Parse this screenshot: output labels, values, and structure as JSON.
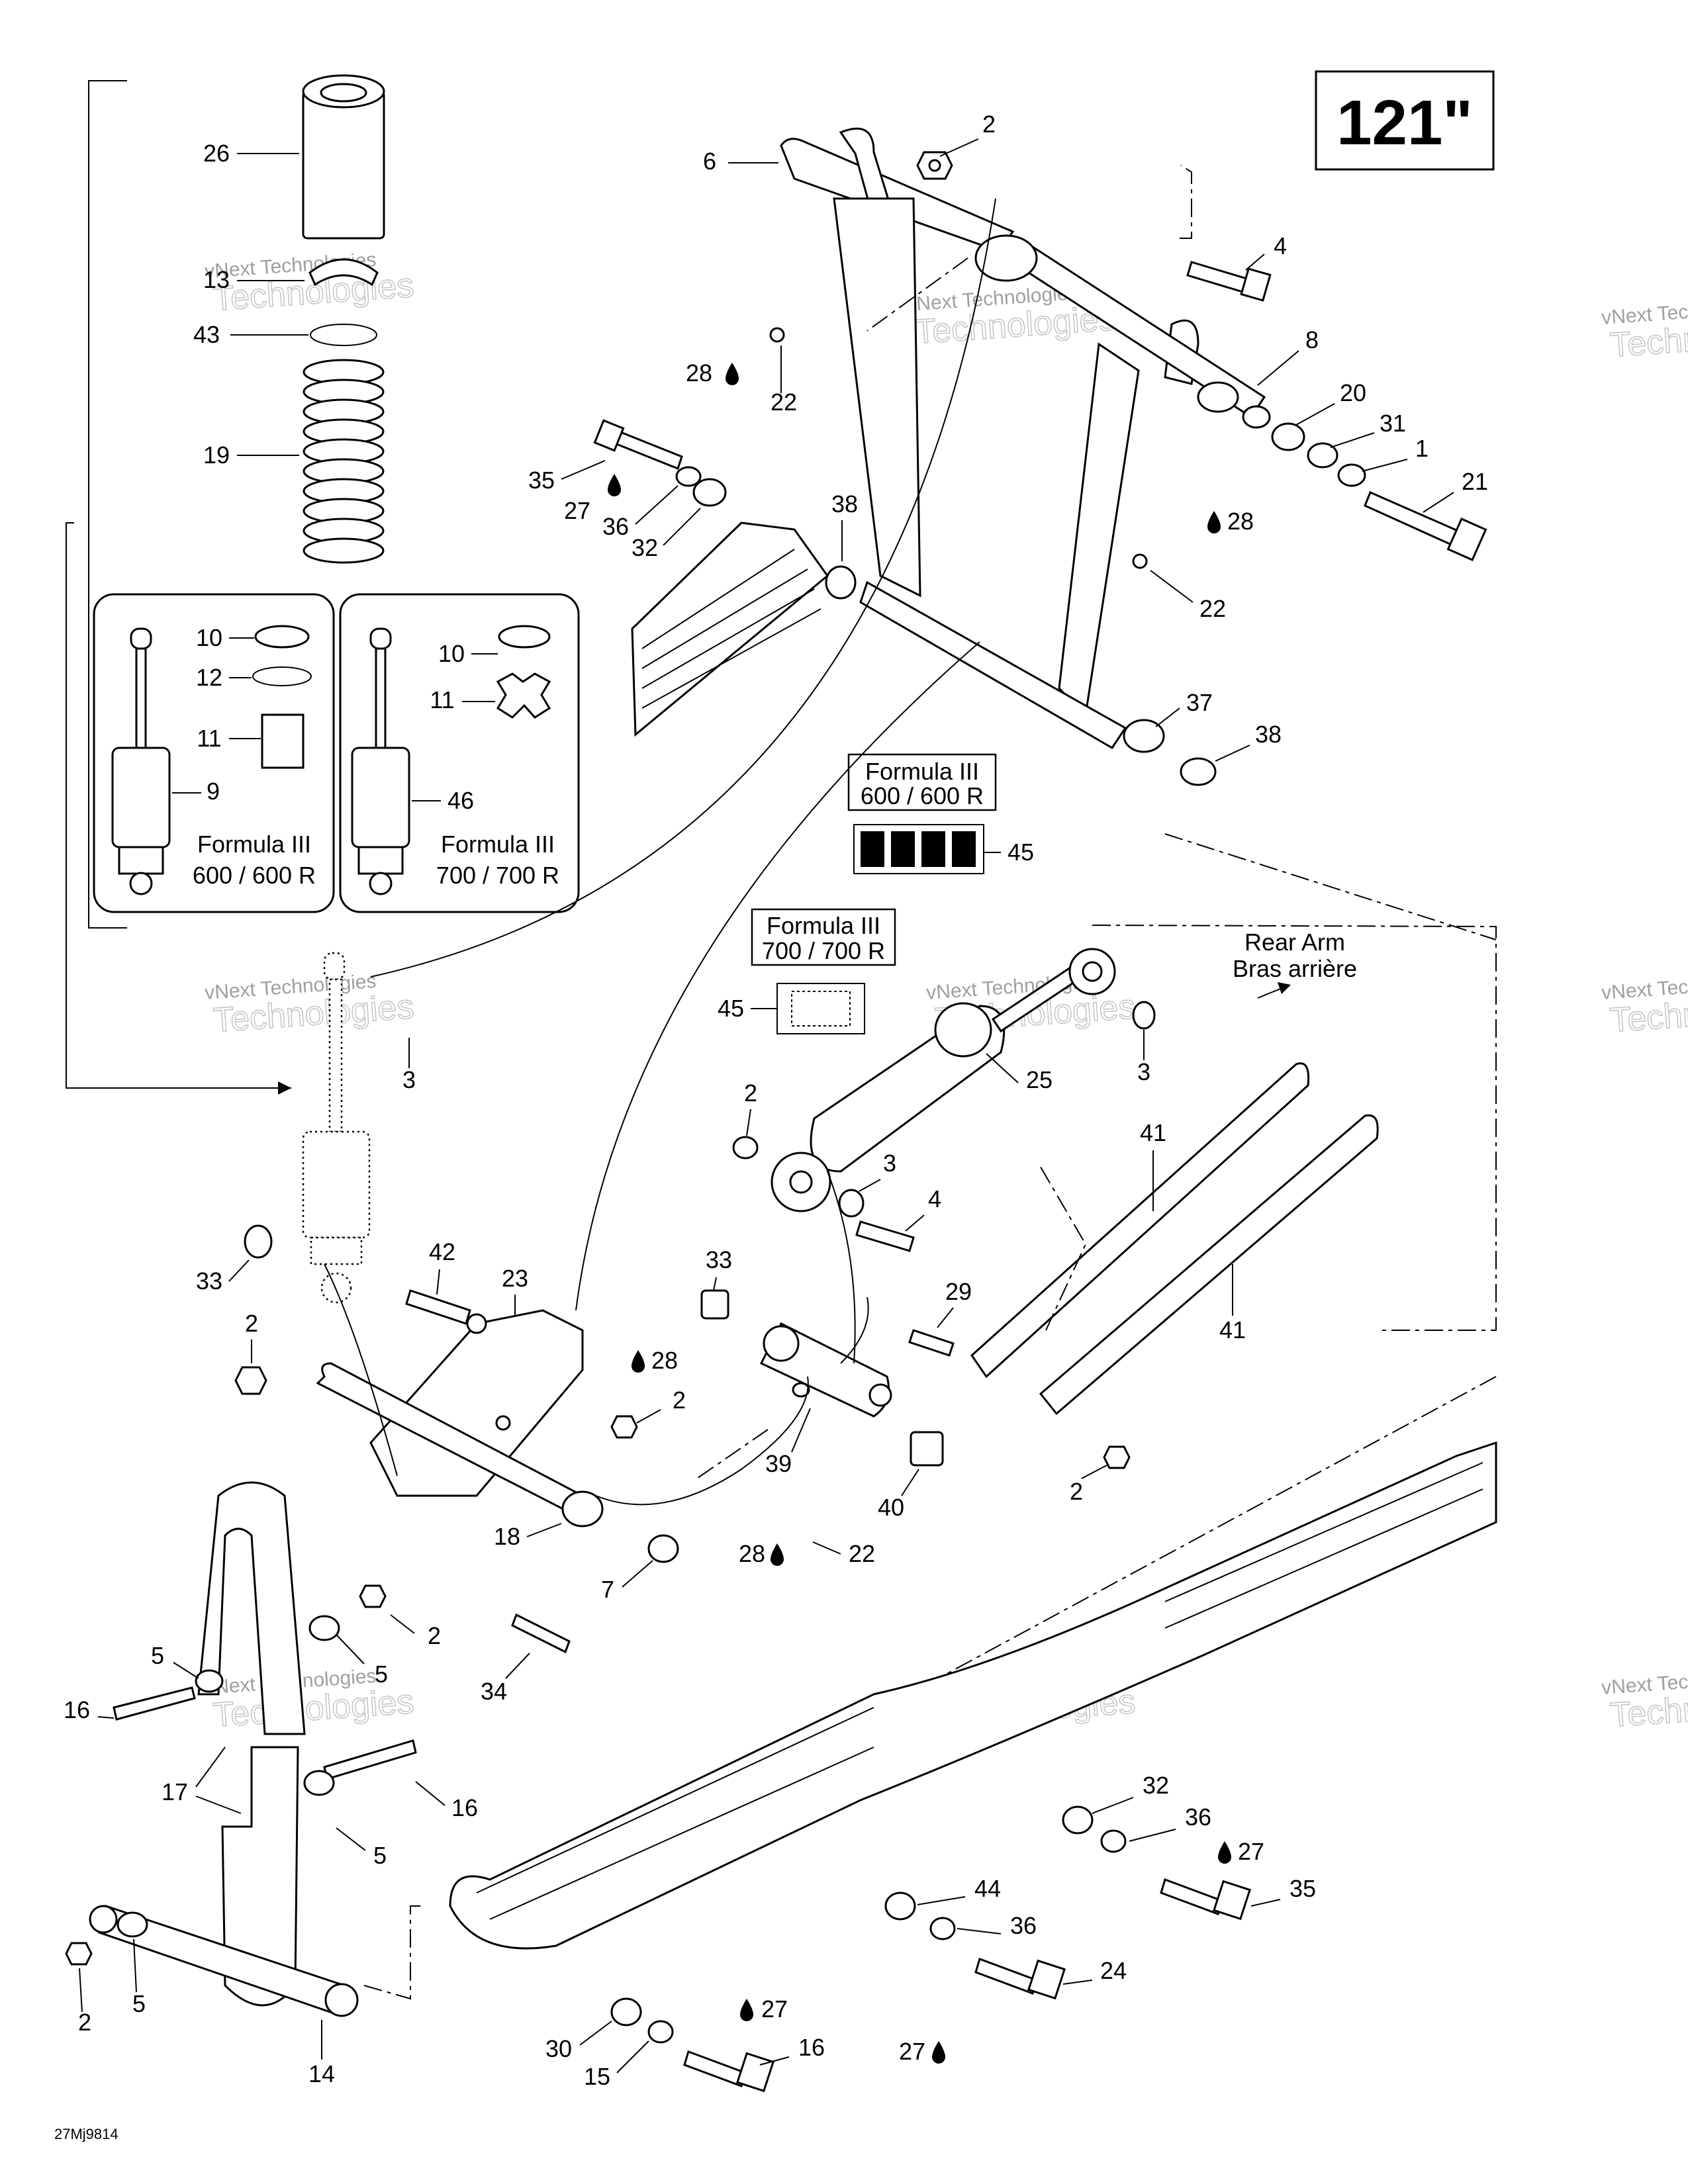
{
  "diagram": {
    "size_badge": "121\"",
    "reference_code": "27Mj9814",
    "watermark": {
      "line1": "vNext Technologies",
      "line2": "Technologies"
    },
    "panels": {
      "left_box": {
        "caption": [
          "Formula III",
          "600 / 600 R"
        ]
      },
      "right_box": {
        "caption": [
          "Formula III",
          "700 / 700 R"
        ]
      }
    },
    "decal_boxes": {
      "upper": {
        "caption": [
          "Formula III",
          "600 / 600 R"
        ]
      },
      "lower": {
        "caption": [
          "Formula III",
          "700 / 700 R"
        ]
      }
    },
    "rear_arm_note": [
      "Rear Arm",
      "Bras arrière"
    ],
    "callouts": [
      "26",
      "13",
      "43",
      "19",
      "10",
      "12",
      "11",
      "9",
      "10",
      "11",
      "46",
      "6",
      "2",
      "4",
      "8",
      "20",
      "31",
      "1",
      "21",
      "28",
      "22",
      "35",
      "27",
      "36",
      "32",
      "38",
      "28",
      "22",
      "37",
      "38",
      "45",
      "45",
      "3",
      "3",
      "25",
      "2",
      "3",
      "4",
      "41",
      "41",
      "29",
      "2",
      "33",
      "42",
      "23",
      "28",
      "2",
      "2",
      "33",
      "39",
      "40",
      "28",
      "22",
      "18",
      "7",
      "34",
      "2",
      "5",
      "5",
      "16",
      "17",
      "16",
      "5",
      "2",
      "5",
      "14",
      "32",
      "36",
      "27",
      "35",
      "44",
      "36",
      "24",
      "27",
      "30",
      "15",
      "16",
      "27"
    ]
  }
}
